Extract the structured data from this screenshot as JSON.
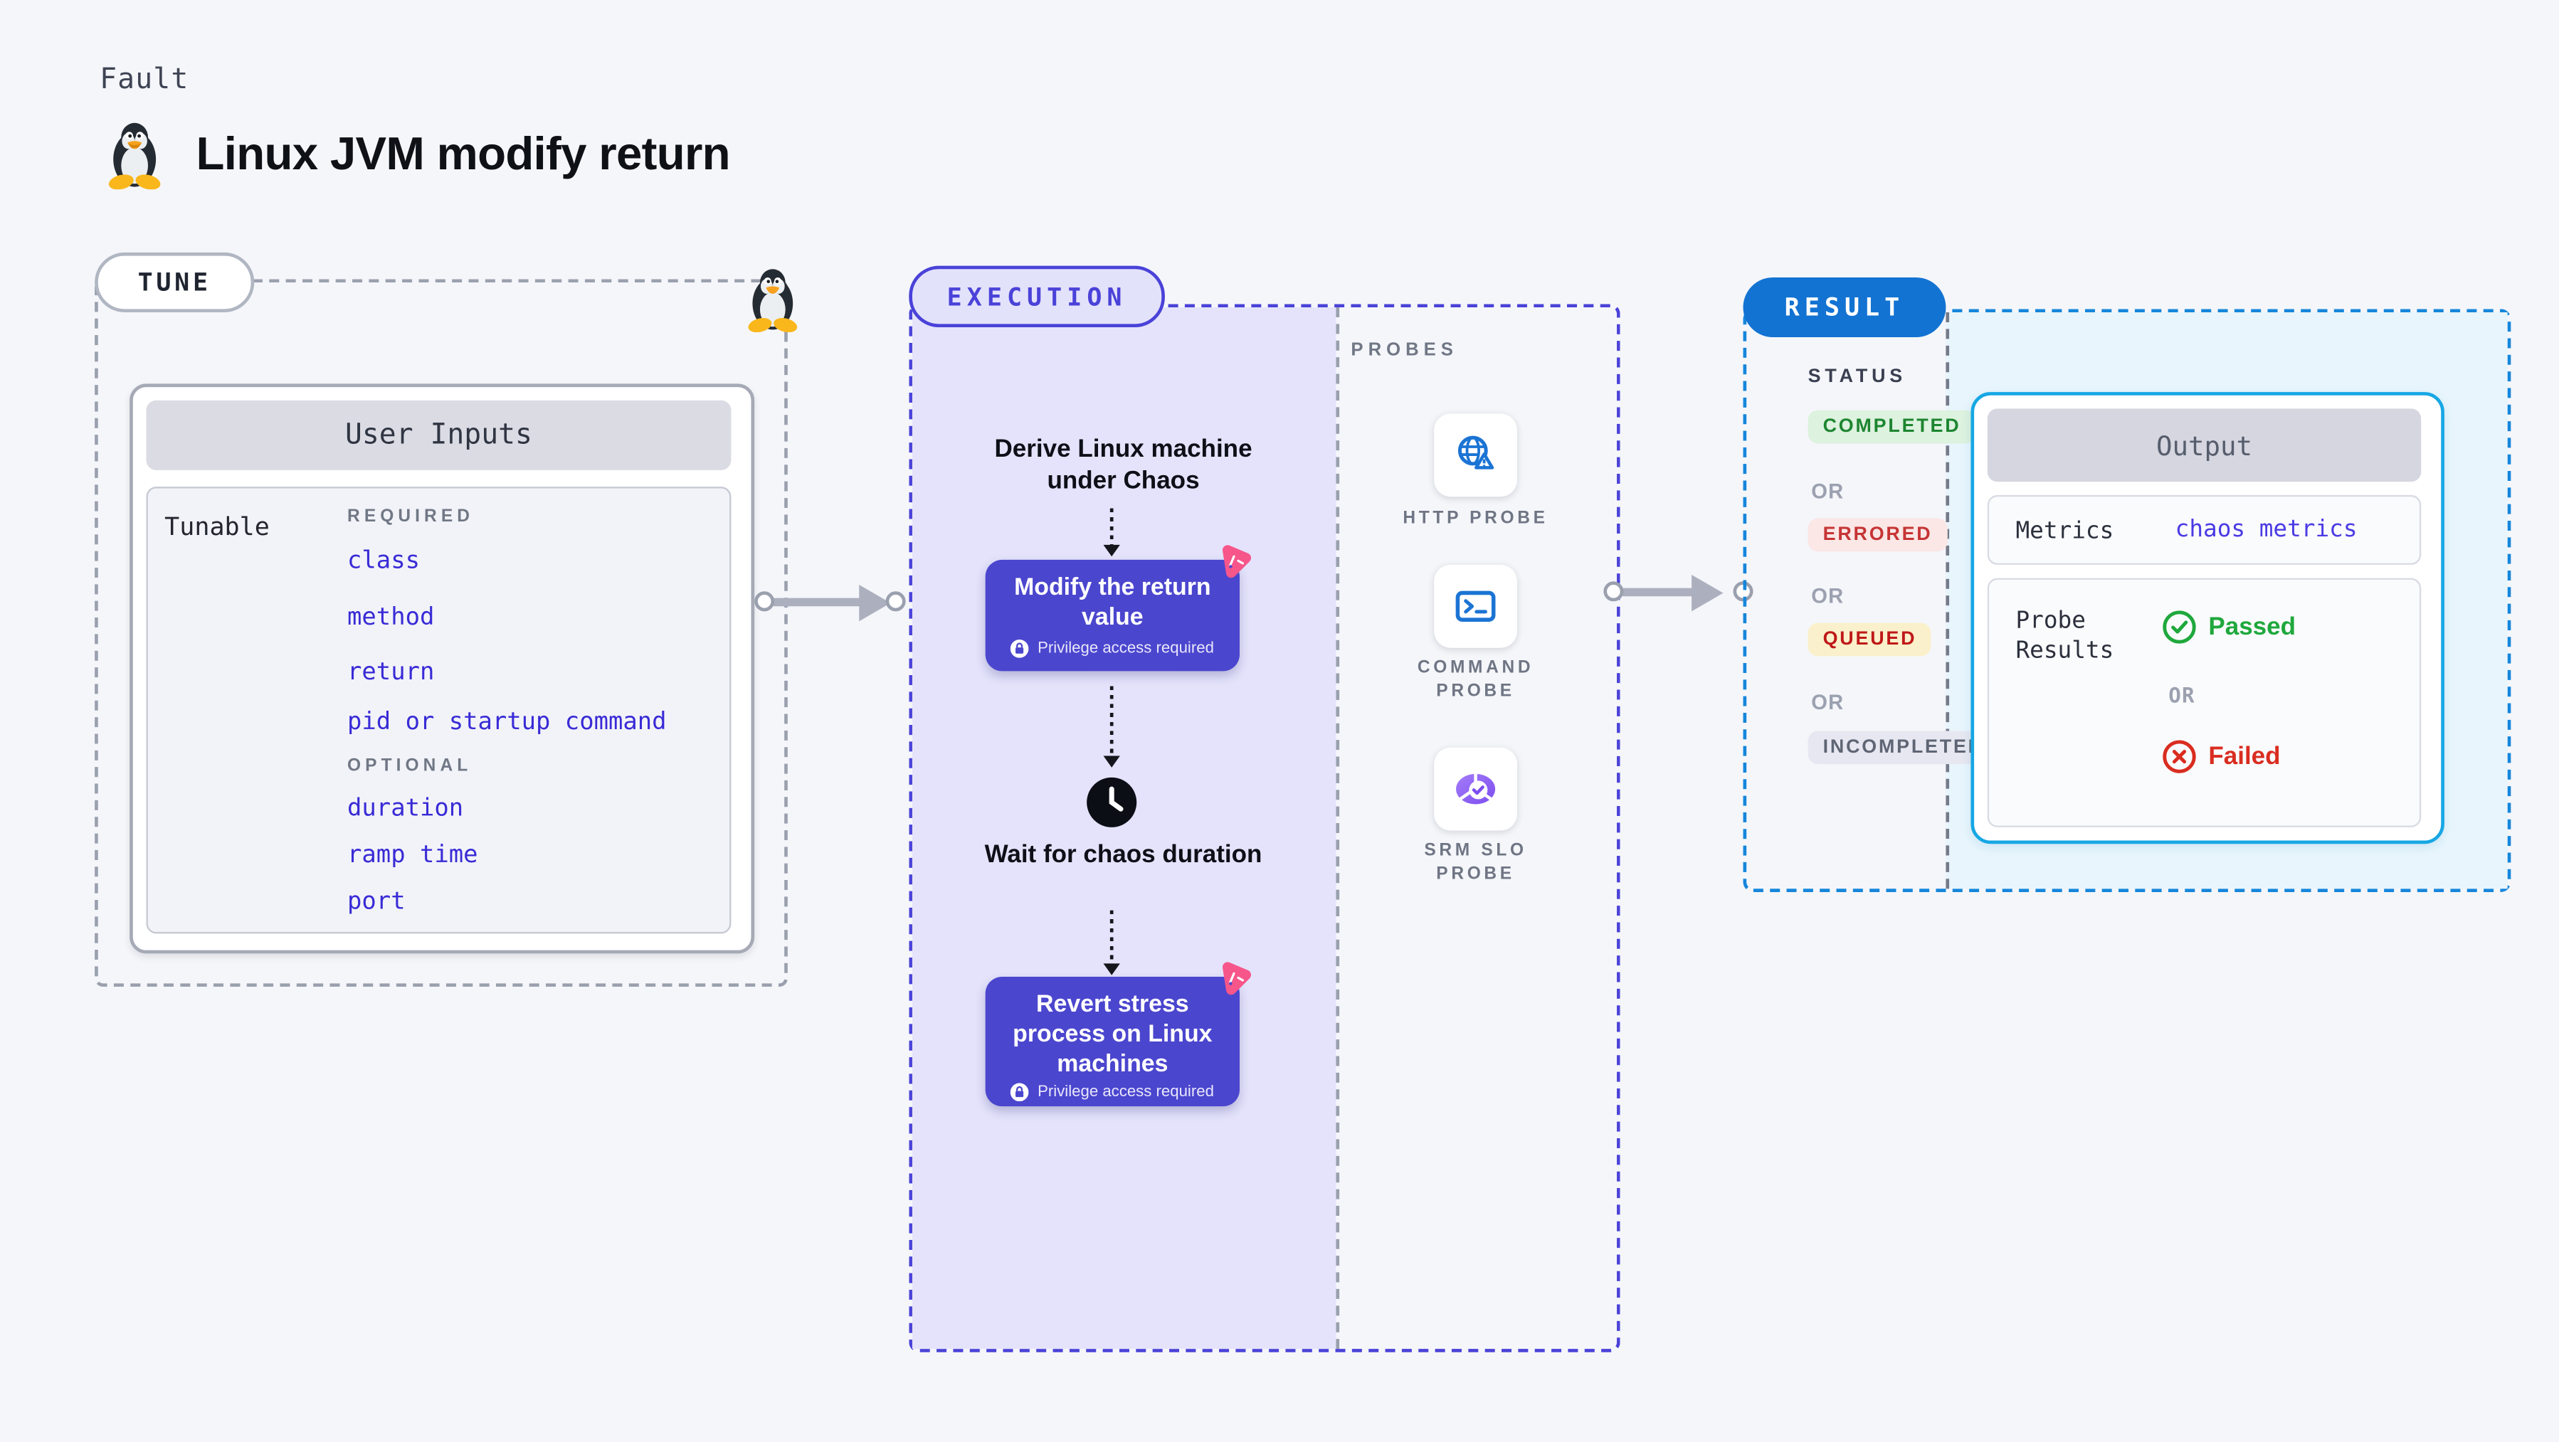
{
  "header": {
    "kicker": "Fault",
    "title": "Linux JVM modify return"
  },
  "tune": {
    "pill": "TUNE",
    "card_title": "User Inputs",
    "row_label": "Tunable",
    "required_label": "REQUIRED",
    "required_items": [
      "class",
      "method",
      "return",
      "pid or startup command"
    ],
    "optional_label": "OPTIONAL",
    "optional_items": [
      "duration",
      "ramp time",
      "port"
    ]
  },
  "execution": {
    "pill": "EXECUTION",
    "derive_text": "Derive Linux machine under Chaos",
    "card1_title": "Modify the return value",
    "wait_text": "Wait for chaos duration",
    "card2_title": "Revert stress process on Linux machines",
    "privilege_badge": "Privilege access required",
    "probes_label": "PROBES",
    "probe1_label": "HTTP PROBE",
    "probe2_label": "COMMAND PROBE",
    "probe3_label": "SRM SLO PROBE"
  },
  "result": {
    "pill": "RESULT",
    "status_label": "STATUS",
    "badge_completed": "COMPLETED",
    "badge_errored": "ERRORED",
    "badge_queued": "QUEUED",
    "badge_incompleted": "INCOMPLETED",
    "or_label": "OR",
    "output": {
      "title": "Output",
      "metrics_label": "Metrics",
      "metrics_value": "chaos metrics",
      "probe_results_label": "Probe Results",
      "passed_label": "Passed",
      "or_label": "OR",
      "failed_label": "Failed"
    }
  },
  "colors": {
    "accent_indigo": "#4A42D8",
    "card_indigo": "#4B46CE",
    "execution_fill": "#E4E3FB",
    "result_blue": "#1273D2",
    "result_dash": "#1586DB",
    "result_fill": "#E8F5FC",
    "output_border": "#16A7E4",
    "pink_badge": "#F7568B",
    "probe_blue": "#1B74D4",
    "slo_purple": "#8F62F2",
    "link_indigo": "#392BD6",
    "passed_green": "#1FA83C",
    "failed_red": "#D92D20"
  }
}
